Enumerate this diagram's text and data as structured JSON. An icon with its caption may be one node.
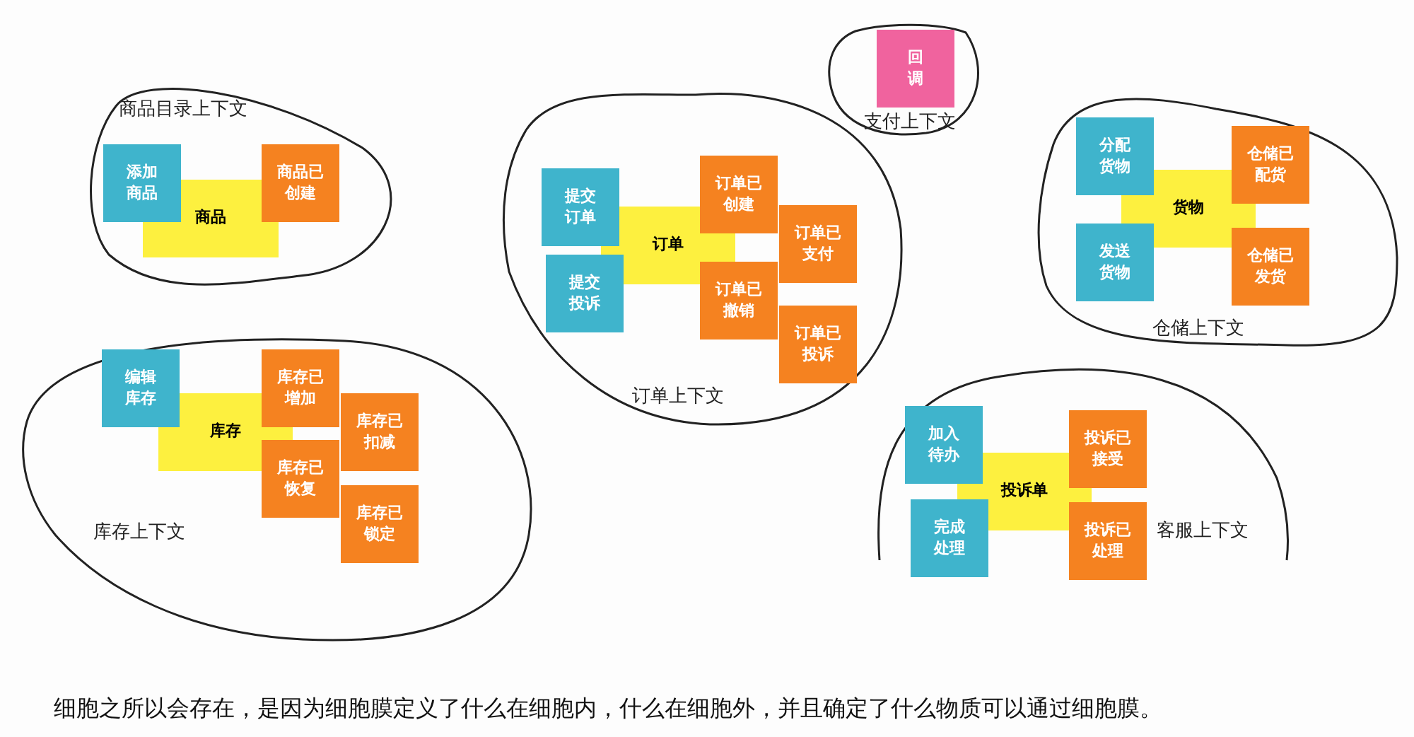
{
  "diagram": {
    "nodes": [
      {
        "text": [
          "商品目录上下文"
        ]
      },
      {
        "text": [
          "添加商品"
        ],
        "in": 0
      },
      {
        "text": [
          "商品"
        ],
        "in": 0
      },
      {
        "text": [
          "商品已创建"
        ],
        "in": 0
      },
      {
        "text": [
          "订单上下文"
        ]
      },
      {
        "text": [
          "提交订单"
        ],
        "in": 4
      },
      {
        "text": [
          "提交投诉"
        ],
        "in": 4
      },
      {
        "text": [
          "订单"
        ],
        "in": 4
      },
      {
        "text": [
          "订单已创建"
        ],
        "in": 4
      },
      {
        "text": [
          "订单已支付"
        ],
        "in": 4
      },
      {
        "text": [
          "订单已撤销"
        ],
        "in": 4
      },
      {
        "text": [
          "订单已投诉"
        ],
        "in": 4
      },
      {
        "text": [
          "支付上下文"
        ]
      },
      {
        "text": [
          "回调"
        ],
        "in": 12
      },
      {
        "text": [
          "仓储上下文"
        ]
      },
      {
        "text": [
          "分配货物"
        ],
        "in": 14
      },
      {
        "text": [
          "发送货物"
        ],
        "in": 14
      },
      {
        "text": [
          "货物"
        ],
        "in": 14
      },
      {
        "text": [
          "仓储已配货"
        ],
        "in": 14
      },
      {
        "text": [
          "仓储已发货"
        ],
        "in": 14
      },
      {
        "text": [
          "库存上下文"
        ]
      },
      {
        "text": [
          "编辑库存"
        ],
        "in": 20
      },
      {
        "text": [
          "库存"
        ],
        "in": 20
      },
      {
        "text": [
          "库存已增加"
        ],
        "in": 20
      },
      {
        "text": [
          "库存已扣减"
        ],
        "in": 20
      },
      {
        "text": [
          "库存已恢复"
        ],
        "in": 20
      },
      {
        "text": [
          "库存已锁定"
        ],
        "in": 20
      },
      {
        "text": [
          "客服上下文"
        ]
      },
      {
        "text": [
          "加入待办"
        ],
        "in": 27
      },
      {
        "text": [
          "完成处理"
        ],
        "in": 27
      },
      {
        "text": [
          "投诉单"
        ],
        "in": 27
      },
      {
        "text": [
          "投诉已接受"
        ],
        "in": 27
      },
      {
        "text": [
          "投诉已处理"
        ],
        "in": 27
      }
    ],
    "caption": "细胞之所以会存在，是因为细胞膜定义了什么在细胞内，什么在细胞外，并且确定了什么物质可以通过细胞膜。"
  }
}
